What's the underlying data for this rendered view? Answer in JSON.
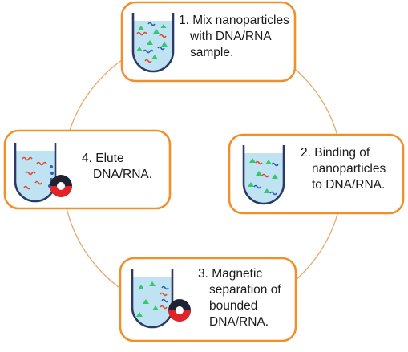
{
  "theme": {
    "box_border": "#F0902A",
    "cycle_line": "#E9A86A",
    "liquid": "#BFE3F3",
    "tube_outline": "#2E3A66",
    "particle_green": "#35C76A",
    "dna_red": "#E04A2E",
    "dna_blue": "#2F5FB0",
    "magnet_red": "#E0242A",
    "magnet_dark": "#1F2233"
  },
  "steps": [
    {
      "number": "1.",
      "lines": [
        "Mix nanoparticles",
        "with DNA/RNA",
        "sample."
      ]
    },
    {
      "number": "2.",
      "lines": [
        "Binding of",
        "nanoparticles",
        "to DNA/RNA."
      ]
    },
    {
      "number": "3.",
      "lines": [
        "Magnetic",
        "separation of",
        "bounded",
        "DNA/RNA."
      ]
    },
    {
      "number": "4.",
      "lines": [
        "Elute",
        "DNA/RNA."
      ]
    }
  ]
}
